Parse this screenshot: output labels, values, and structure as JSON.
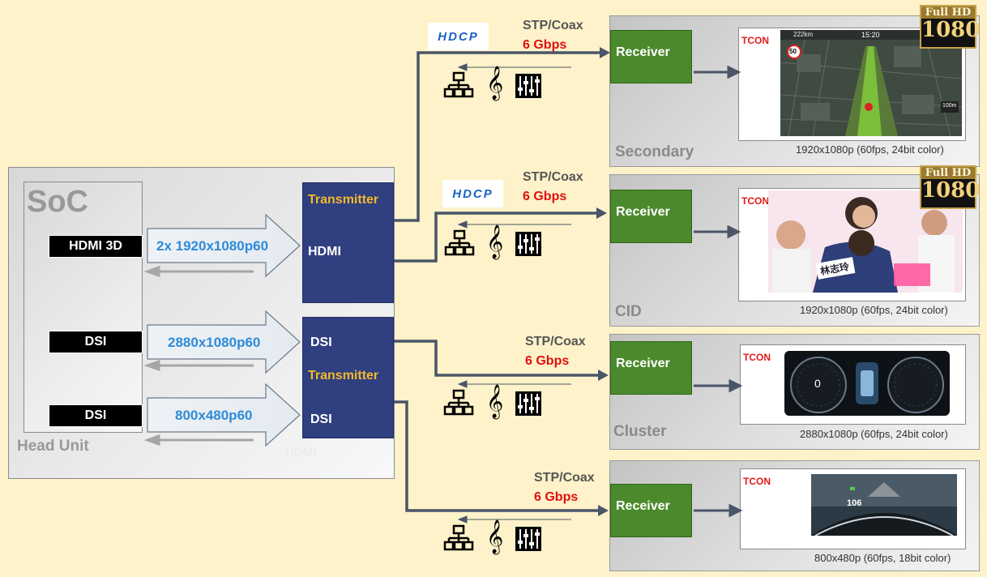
{
  "soc": {
    "title": "SoC",
    "head_unit_label": "Head Unit",
    "inputs": [
      {
        "label": "HDMI 3D",
        "resolution": "2x 1920x1080p60"
      },
      {
        "label": "DSI",
        "resolution": "2880x1080p60"
      },
      {
        "label": "DSI",
        "resolution": "800x480p60"
      }
    ],
    "tx1": {
      "top_label": "Transmitter",
      "bottom_label": "HDMI"
    },
    "tx2": {
      "top_label": "DSI",
      "middle_label": "Transmitter",
      "bottom_label": "DSI",
      "faded_label": "HDMI"
    }
  },
  "links": [
    {
      "cable": "STP/Coax",
      "rate": "6 Gbps",
      "hdcp": "HDCP"
    },
    {
      "cable": "STP/Coax",
      "rate": "6 Gbps",
      "hdcp": "HDCP"
    },
    {
      "cable": "STP/Coax",
      "rate": "6 Gbps"
    },
    {
      "cable": "STP/Coax",
      "rate": "6 Gbps"
    }
  ],
  "displays": [
    {
      "receiver": "Receiver",
      "tcon": "TCON",
      "name": "Secondary",
      "resolution": "1920x1080p (60fps, 24bit color)",
      "badge_top": "Full HD",
      "badge_bottom": "1080",
      "hud": {
        "dist": "222km",
        "time": "15:20",
        "speed": "50",
        "scale": "100m"
      }
    },
    {
      "receiver": "Receiver",
      "tcon": "TCON",
      "name": "CID",
      "resolution": "1920x1080p (60fps, 24bit color)",
      "badge_top": "Full HD",
      "badge_bottom": "1080",
      "caption": "林志玲"
    },
    {
      "receiver": "Receiver",
      "tcon": "TCON",
      "name": "Cluster",
      "resolution": "2880x1080p (60fps, 24bit color)",
      "gauge_value": "0"
    },
    {
      "receiver": "Receiver",
      "tcon": "TCON",
      "name": "",
      "resolution": "800x480p (60fps, 18bit color)",
      "speed": "106"
    }
  ],
  "icons": [
    "network-icon",
    "music-note-icon",
    "equalizer-icon"
  ],
  "colors": {
    "background": "#fdf2c9",
    "navy": "#2f3f7f",
    "receiver_green": "#4b8a2c",
    "connector": "#4a5568",
    "rate_red": "#e01010",
    "resolution_blue": "#2e8bd8",
    "tcon_red": "#e11a1a"
  }
}
